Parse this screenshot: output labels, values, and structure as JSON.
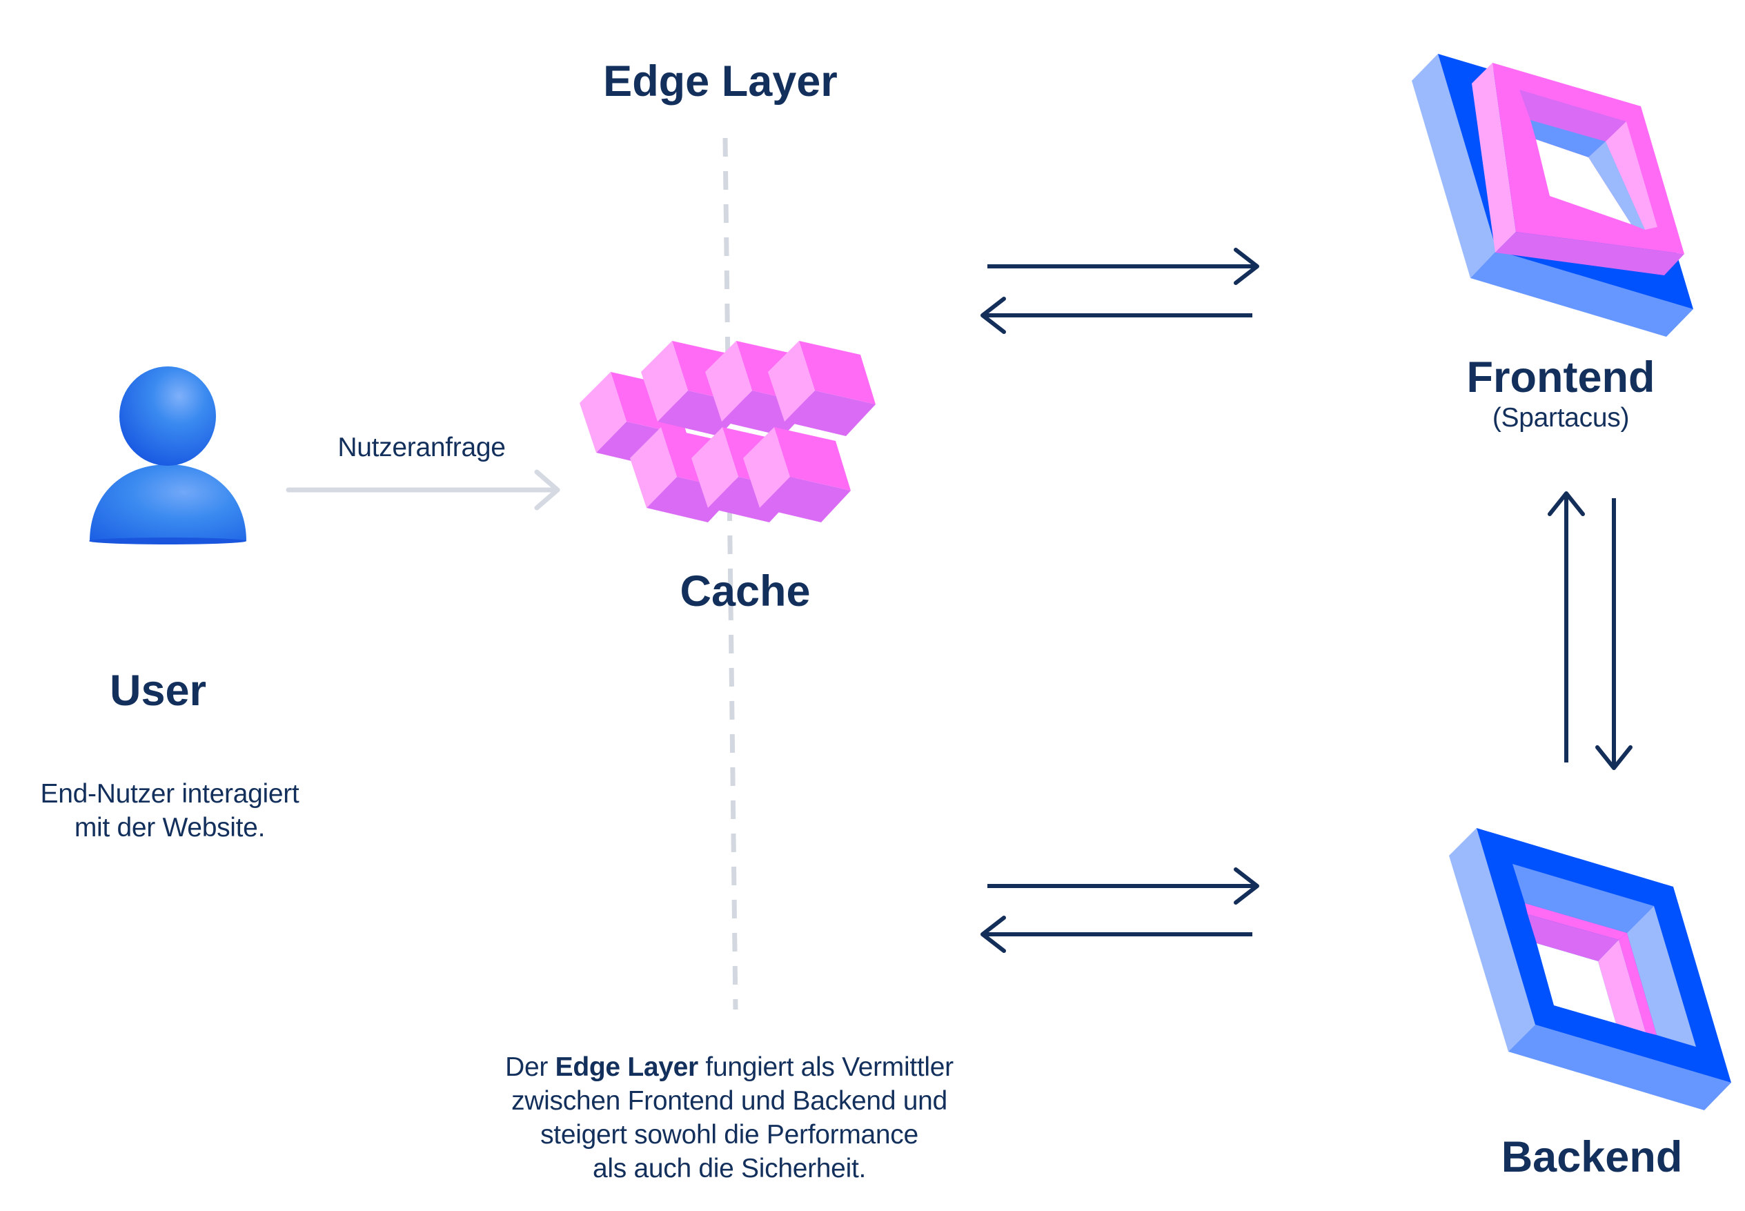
{
  "colors": {
    "text": "#13305C",
    "arrow_dark": "#132E59",
    "arrow_light": "#D5D9E2",
    "dashed_line": "#D3D7E0",
    "blue_main": "#0052FF",
    "blue_mid": "#6696FF",
    "blue_light": "#9ABAFD",
    "pink_light": "#FFA6FA",
    "pink_main": "#FF6BF5",
    "purple": "#DA6BF5",
    "user_blue": "#2F7FEA"
  },
  "edge_layer": {
    "title": "Edge Layer",
    "description": {
      "line1_prefix": "Der ",
      "line1_bold": "Edge Layer",
      "line1_suffix": " fungiert als Vermittler",
      "line2": "zwischen Frontend und Backend und",
      "line3": "steigert sowohl die Performance",
      "line4": "als auch die Sicherheit."
    }
  },
  "user": {
    "icon": "user-icon",
    "title": "User",
    "description_line1": "End-Nutzer interagiert",
    "description_line2": "mit der Website."
  },
  "request_arrow": {
    "label": "Nutzeranfrage",
    "icon": "arrow-right-icon"
  },
  "cache": {
    "icon": "cubes-icon",
    "title": "Cache"
  },
  "frontend": {
    "icon": "frame-icon",
    "title": "Frontend",
    "subtitle": "(Spartacus)"
  },
  "backend": {
    "icon": "frame-icon",
    "title": "Backend"
  }
}
